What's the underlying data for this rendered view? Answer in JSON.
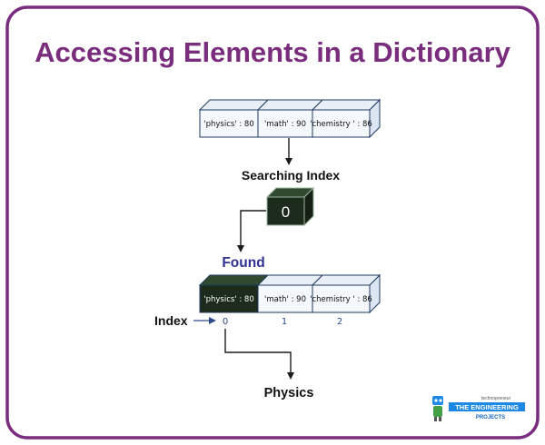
{
  "title": "Accessing Elements in a Dictionary",
  "top_cells": [
    "'physics' : 80",
    "'math' : 90",
    "'chemistry ' : 86"
  ],
  "searching_label": "Searching Index",
  "search_value": "0",
  "found_label": "Found",
  "bottom_cells": [
    "'physics' : 80",
    "'math' : 90",
    "'chemistry ' : 86"
  ],
  "index_label": "Index",
  "indices": [
    "0",
    "1",
    "2"
  ],
  "result_label": "Physics",
  "logo": {
    "tagline": "technopreneur",
    "line1": "THE ENGINEERING",
    "line2": "PROJECTS"
  },
  "colors": {
    "border": "#7b2d7d",
    "title": "#7b2d7d",
    "found": "#2e3192",
    "highlight": "#1c2b1c",
    "cell_face": "#f4f8fc",
    "cell_side": "#dce6f2",
    "index_num": "#2e4a8a",
    "arrow": "#1b1b1b"
  }
}
